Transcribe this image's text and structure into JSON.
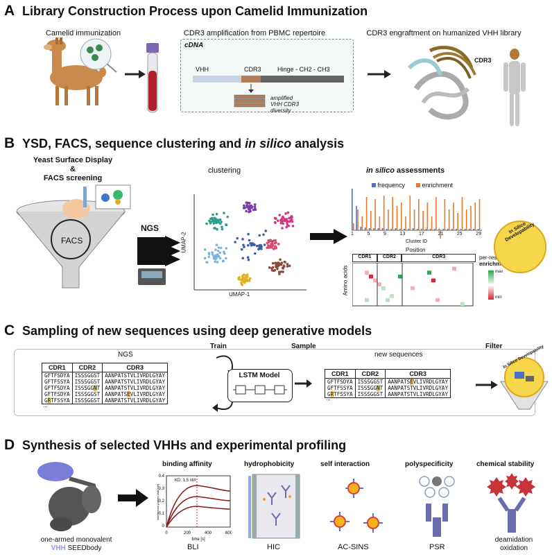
{
  "sectionA": {
    "letter": "A",
    "title": "Library Construction Process upon Camelid Immunization",
    "camelid_label": "Camelid immunization",
    "cdr3_amp_label": "CDR3 amplification from PBMC repertoire",
    "engraft_label": "CDR3 engraftment on humanized VHH library",
    "cdna": "cDNA",
    "vhh": "VHH",
    "cdr3": "CDR3",
    "hinge": "Hinge - CH2 - CH3",
    "amplified": [
      "amplified",
      "VHH CDR3",
      "diversity"
    ],
    "cdr3_struct": "CDR3"
  },
  "sectionB": {
    "letter": "B",
    "title_pre": "YSD, FACS, sequence clustering and ",
    "title_em": "in silico",
    "title_post": " analysis",
    "ysd": [
      "Yeast Surface Display",
      "&",
      "FACS screening"
    ],
    "facs": "FACS",
    "ngs": "NGS",
    "clustering": "clustering",
    "umap1": "UMAP-1",
    "umap2": "UMAP-2",
    "insilico_em": "in silico",
    "insilico_post": " assessments",
    "legend_freq": "frequency",
    "legend_enr": "enrichment",
    "cluster_ticks": [
      "1",
      "5",
      "9",
      "13",
      "17",
      "21",
      "25",
      "29"
    ],
    "cluster_label": "Cluster ID",
    "position": "Position",
    "cdr_headers": [
      "CDR1",
      "CDR2",
      "CDR3"
    ],
    "amino_acids": "Amino acids",
    "per_residue": "per-residue",
    "enrichment": "enrichment",
    "max": "max",
    "min": "min",
    "badge": "In Silico Developability",
    "colors": {
      "freq": "#4a72c4",
      "enr": "#e8782a"
    }
  },
  "sectionC": {
    "letter": "C",
    "title": "Sampling of new sequences using deep generative models",
    "ngs": "NGS",
    "train": "Train",
    "sample": "Sample",
    "new_sequences": "new sequences",
    "filter": "Filter",
    "lstm": "LSTM Model",
    "headers": [
      "CDR1",
      "CDR2",
      "CDR3"
    ],
    "left_rows": [
      [
        "GFTFSDYA",
        "ISSSGGST",
        "AANPATSTVLIVRDLGYAY"
      ],
      [
        "GFTFSSYA",
        "ISSSGGST",
        "AANPATSTVLIVRDLGYAY"
      ],
      [
        "GFTFSDYA",
        "ISSSGGNT",
        "AANPATSTVLIVRDLGYAY"
      ],
      [
        "GFTFSDYA",
        "ISSSGGST",
        "AANPATSEVLIVRDLGYAY"
      ],
      [
        "GRTFSSYA",
        "ISSSGGST",
        "AANPATSTVLIVRDLGYAY"
      ]
    ],
    "right_rows": [
      [
        "GFTFSDYA",
        "ISSSGGST",
        "AANPATSEVLIVRDLGYAY"
      ],
      [
        "GFTFSSYA",
        "ISSSGGNT",
        "AANPATSTVLIVRDLGYAY"
      ],
      [
        "GRTFSSYA",
        "ISSSGGST",
        "AANPATSTVLIVRDLGYAY"
      ]
    ],
    "ellipsis": "..."
  },
  "sectionD": {
    "letter": "D",
    "title": "Synthesis of selected VHHs and experimental profiling",
    "seedbody_line1": "one-armed monovalent",
    "seedbody_vhh": "VHH",
    "seedbody_rest": " SEEDbody",
    "binding": "binding affinity",
    "kd": "KD: 1.5 nM",
    "bli_ylabel": "interference pattern shift [nm]",
    "bli_xlabel": "time [s]",
    "bli_xticks": [
      "0",
      "200",
      "400",
      "600"
    ],
    "bli_yticks": [
      "0",
      "0.1",
      "0.2",
      "0.3",
      "0.4"
    ],
    "bli": "BLI",
    "hydro": "hydrophobicity",
    "hic": "HIC",
    "self": "self interaction",
    "acsins": "AC-SINS",
    "poly": "polyspecificity",
    "psr": "PSR",
    "chem": "chemical stability",
    "deam": "deamidation",
    "oxid": "oxidation"
  }
}
